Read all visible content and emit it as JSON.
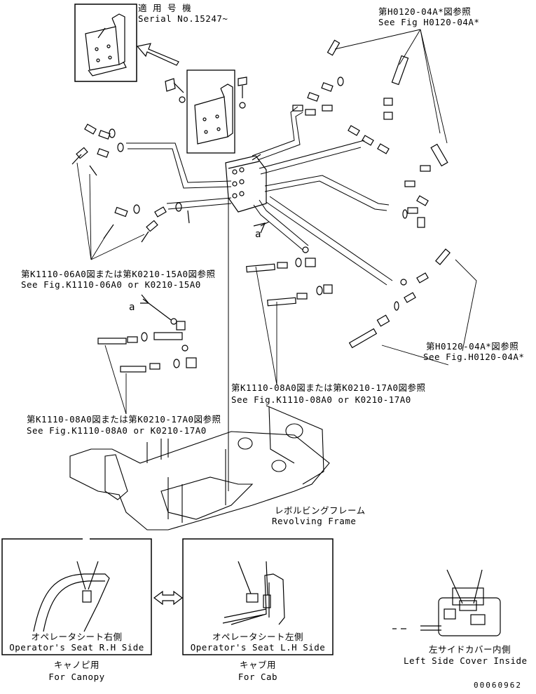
{
  "applicable": {
    "jp": "適 用 号 機",
    "en": "Serial No.15247~"
  },
  "ref_h0120_top": {
    "jp": "第H0120-04A*図参照",
    "en": "See Fig H0120-04A*"
  },
  "ref_k1110_06": {
    "jp": "第K1110-06A0図または第K0210-15A0図参照",
    "en": "See Fig.K1110-06A0 or K0210-15A0"
  },
  "ref_h0120_right": {
    "jp": "第H0120-04A*図参照",
    "en": "See Fig.H0120-04A*"
  },
  "ref_k1110_08_center": {
    "jp": "第K1110-08A0図または第K0210-17A0図参照",
    "en": "See Fig.K1110-08A0 or K0210-17A0"
  },
  "ref_k1110_08_left": {
    "jp": "第K1110-08A0図または第K0210-17A0図参照",
    "en": "See Fig.K1110-08A0 or K0210-17A0"
  },
  "revolving_frame": {
    "jp": "レボルビングフレーム",
    "en": "Revolving Frame"
  },
  "canopy_box": {
    "jp": "オペレータシート右側",
    "en": "Operator's Seat R.H Side"
  },
  "cab_box": {
    "jp": "オペレータシート左側",
    "en": "Operator's Seat L.H Side"
  },
  "canopy_label": {
    "jp": "キャノピ用",
    "en": "For Canopy"
  },
  "cab_label": {
    "jp": "キャブ用",
    "en": "For Cab"
  },
  "left_cover": {
    "jp": "左サイドカバー内側",
    "en": "Left Side Cover Inside"
  },
  "marker_a": "a",
  "drawing_number": "00060962"
}
